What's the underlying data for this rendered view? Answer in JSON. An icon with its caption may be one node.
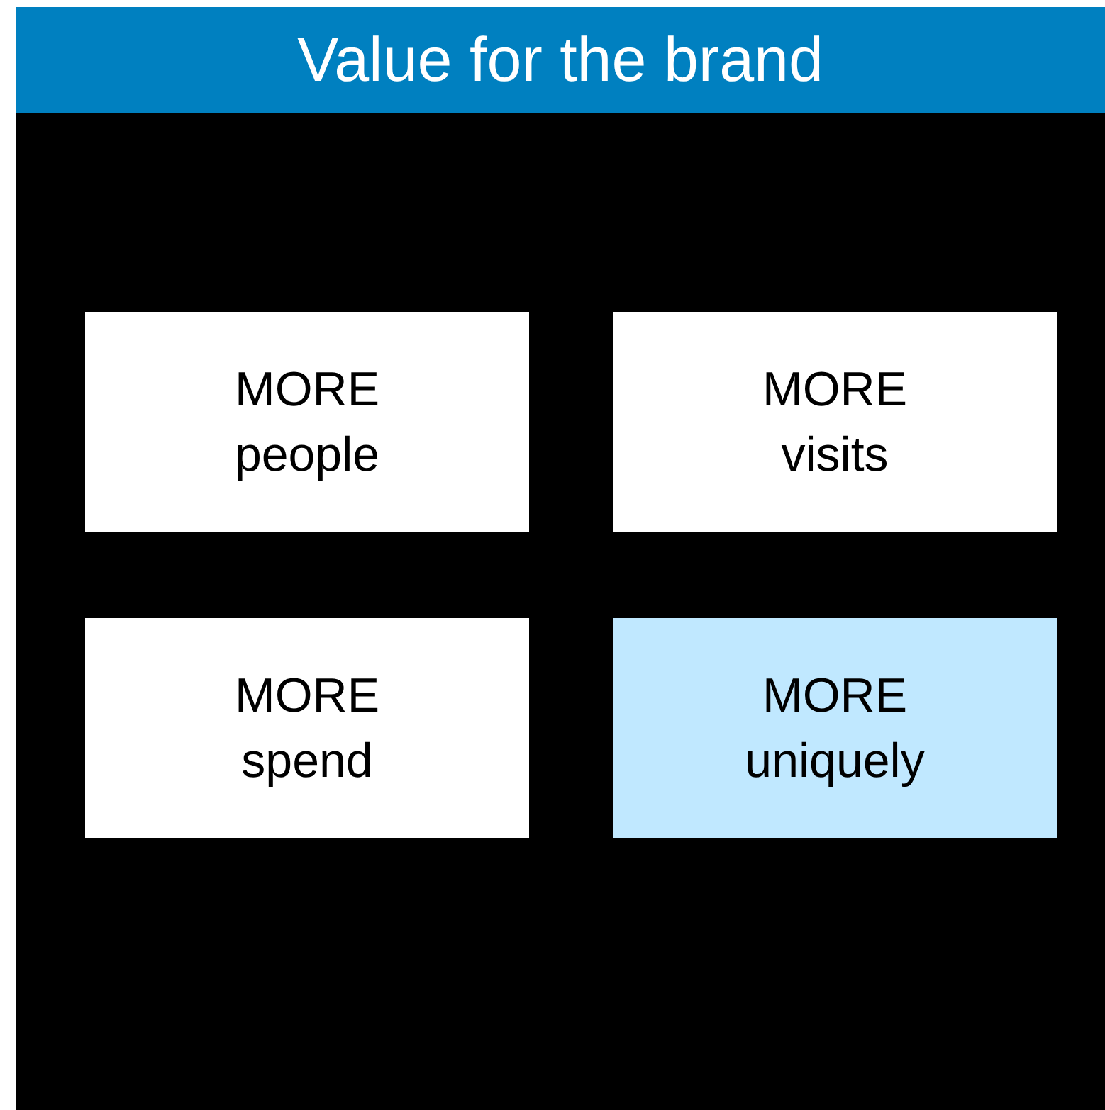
{
  "diagram": {
    "nodes": [
      {
        "text": [
          "Value for the brand"
        ]
      },
      {
        "text": [
          "MORE people"
        ],
        "in": 0
      },
      {
        "text": [
          "MORE visits"
        ],
        "in": 0
      },
      {
        "text": [
          "MORE spend"
        ],
        "in": 0
      },
      {
        "text": [
          "MORE uniquely"
        ],
        "in": 0
      }
    ]
  }
}
